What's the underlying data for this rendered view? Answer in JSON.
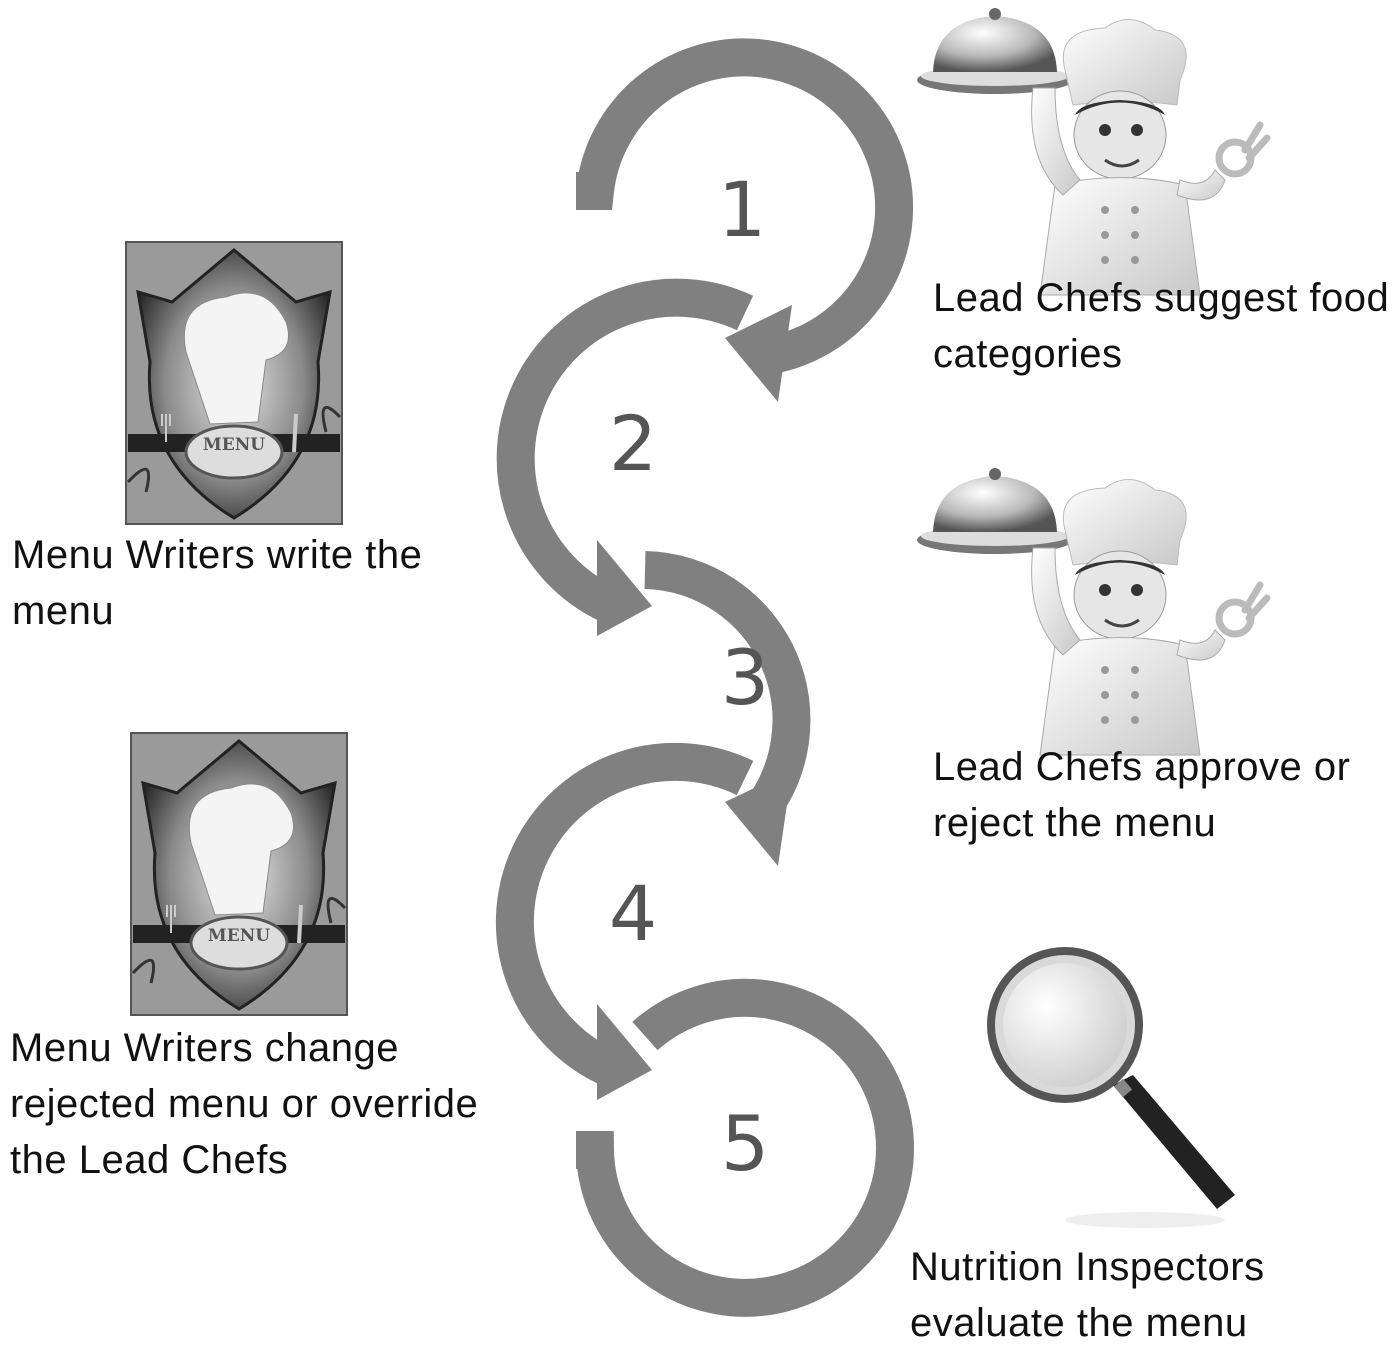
{
  "steps": [
    {
      "number": "1",
      "actor": "chef",
      "caption": [
        "Lead Chefs suggest food",
        "categories"
      ]
    },
    {
      "number": "2",
      "actor": "menu-card",
      "caption": [
        "Menu Writers write the",
        "menu"
      ]
    },
    {
      "number": "3",
      "actor": "chef",
      "caption": [
        "Lead Chefs approve or",
        "reject the menu"
      ]
    },
    {
      "number": "4",
      "actor": "menu-card",
      "caption": [
        "Menu Writers change",
        "rejected menu or override",
        "the Lead Chefs"
      ]
    },
    {
      "number": "5",
      "actor": "magnifier",
      "caption": [
        "Nutrition Inspectors",
        "evaluate the menu"
      ]
    }
  ],
  "menu_card_label": "MENU",
  "icons": [
    "chef-with-cloche-icon",
    "menu-card-icon",
    "magnifying-glass-icon"
  ],
  "colors": {
    "arrow": "#808080",
    "number": "#555555",
    "text": "#111111"
  }
}
